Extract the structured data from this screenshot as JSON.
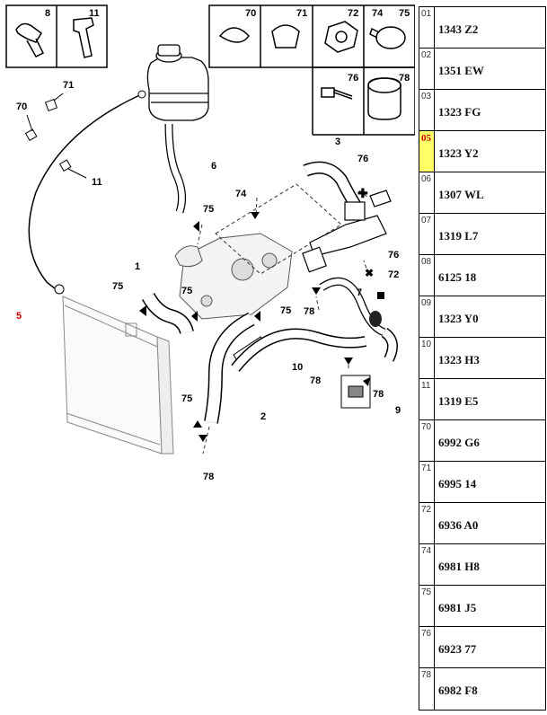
{
  "callouts": {
    "c8": "8",
    "c11": "11",
    "c70": "70",
    "c71": "71",
    "c72": "72",
    "c74": "74",
    "c75": "75",
    "c76": "76",
    "c78": "78",
    "l71": "71",
    "l70": "70",
    "l11": "11",
    "l5": "5",
    "l6": "6",
    "l74": "74",
    "l75a": "75",
    "l3": "3",
    "l76a": "76",
    "l76b": "76",
    "l72": "72",
    "l1": "1",
    "l75b": "75",
    "l75c": "75",
    "l75d": "75",
    "l7": "7",
    "l78a": "78",
    "l10": "10",
    "l78b": "78",
    "l78c": "78",
    "l9": "9",
    "l75e": "75",
    "l2": "2",
    "l78d": "78"
  },
  "parts": [
    {
      "num": "01",
      "ref": "1343 Z2"
    },
    {
      "num": "02",
      "ref": "1351 EW"
    },
    {
      "num": "03",
      "ref": "1323 FG"
    },
    {
      "num": "05",
      "ref": "1323 Y2"
    },
    {
      "num": "06",
      "ref": "1307 WL"
    },
    {
      "num": "07",
      "ref": "1319 L7"
    },
    {
      "num": "08",
      "ref": "6125 18"
    },
    {
      "num": "09",
      "ref": "1323 Y0"
    },
    {
      "num": "10",
      "ref": "1323 H3"
    },
    {
      "num": "11",
      "ref": "1319 E5"
    },
    {
      "num": "70",
      "ref": "6992 G6"
    },
    {
      "num": "71",
      "ref": "6995 14"
    },
    {
      "num": "72",
      "ref": "6936 A0"
    },
    {
      "num": "74",
      "ref": "6981 H8"
    },
    {
      "num": "75",
      "ref": "6981 J5"
    },
    {
      "num": "76",
      "ref": "6923 77"
    },
    {
      "num": "78",
      "ref": "6982 F8"
    }
  ],
  "colors": {
    "highlight_bg": "#ffff66",
    "highlight_text": "#cc0000",
    "callout_red": "#cc0000"
  }
}
